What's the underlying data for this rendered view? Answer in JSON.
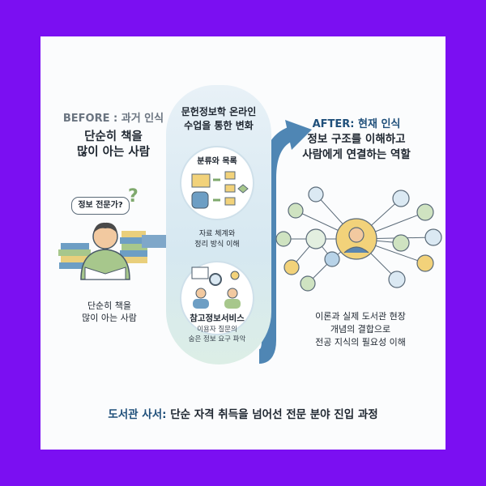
{
  "before": {
    "label": "BEFORE : 과거 인식",
    "title_line1": "단순히 책을",
    "title_line2": "많이 아는 사람",
    "bubble": "정보 전문가?",
    "sub_line1": "단순히 책을",
    "sub_line2": "많이 아는 사람"
  },
  "center": {
    "title_line1": "문헌정보학 온라인",
    "title_line2": "수업을 통한 변화",
    "step1": {
      "title": "분류와 목록",
      "sub_line1": "자료 체계와",
      "sub_line2": "정리 방식 이해"
    },
    "step2": {
      "title": "참고정보서비스",
      "sub_line1": "이용자 질문의",
      "sub_line2": "숨은 정보 요구 파악"
    }
  },
  "after": {
    "label": "AFTER: 현재 인식",
    "title_line1": "정보 구조를 이해하고",
    "title_line2": "사람에게 연결하는 역할",
    "sub_line1": "이론과 실제 도서관 현장",
    "sub_line2": "개념의 결합으로",
    "sub_line3": "전공 지식의 필요성 이해"
  },
  "footer": {
    "prefix": "도서관 사서:",
    "text": " 단순 자격 취득을 넘어선 전문 분야 진입 과정"
  },
  "colors": {
    "background": "#7b0ff2",
    "accent_blue": "#1f4f7a",
    "accent_green": "#7fa96d",
    "folder": "#f2d27a"
  }
}
